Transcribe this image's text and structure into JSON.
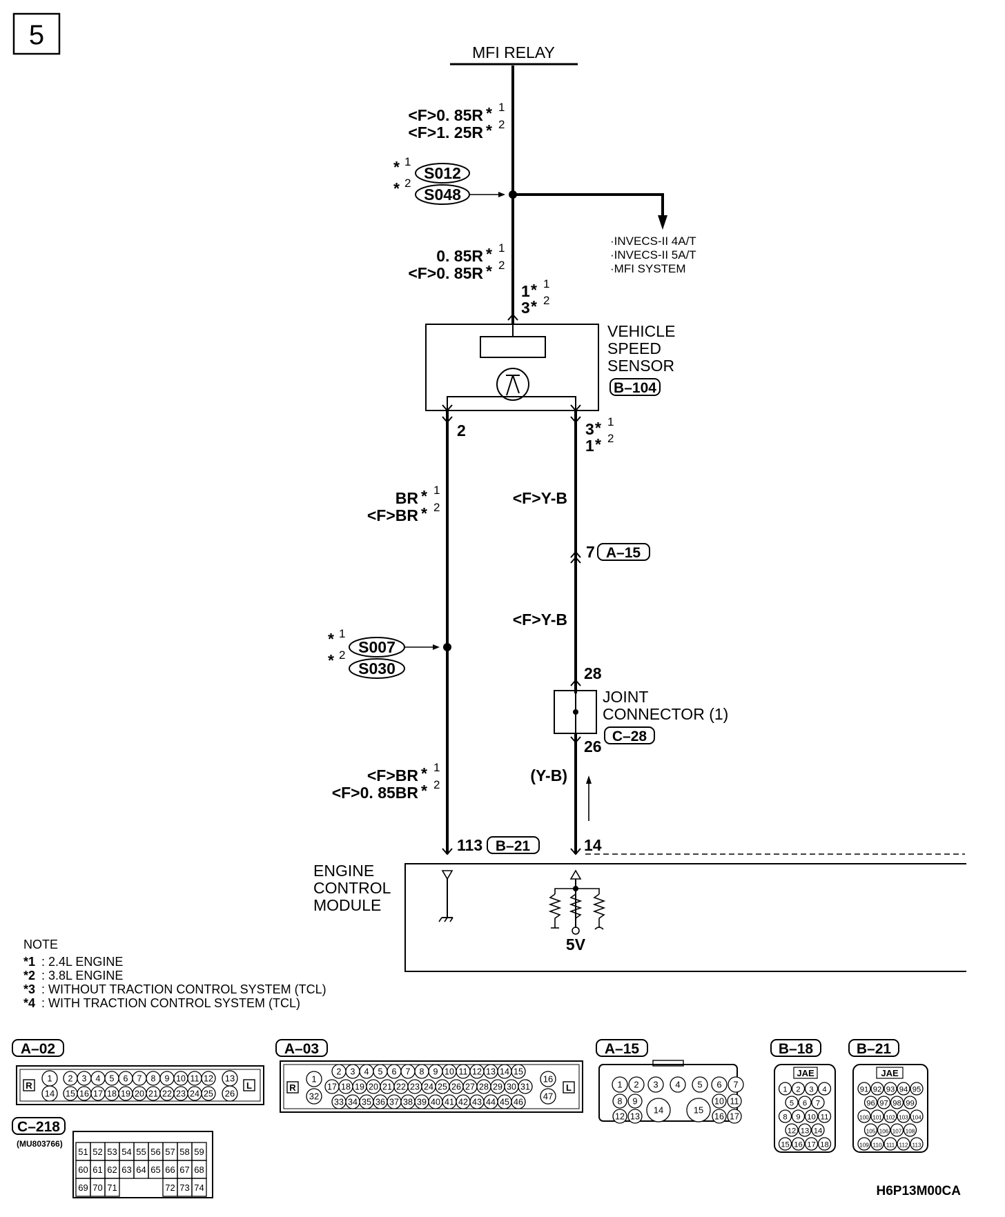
{
  "page": {
    "number": "5",
    "drawing_code": "H6P13M00CA"
  },
  "relay": {
    "label": "MFI RELAY"
  },
  "wires": {
    "relay_to_splice_1": "<F>0. 85R",
    "relay_to_splice_2": "<F>1. 25R",
    "splice_to_sensor_1": "0. 85R",
    "splice_to_sensor_2": "<F>0. 85R",
    "sensor_gnd_1": "BR",
    "sensor_gnd_2": "<F>BR",
    "sensor_out_upper": "<F>Y-B",
    "sensor_out_lower": "<F>Y-B",
    "ecm_gnd_1": "<F>BR",
    "ecm_gnd_2": "<F>0. 85BR",
    "ecm_sig": "(Y-B)"
  },
  "marks": {
    "m1": "*",
    "m2": "*",
    "n1": "1",
    "n2": "2"
  },
  "splices": {
    "s012": "S012",
    "s048": "S048",
    "s007": "S007",
    "s030": "S030"
  },
  "branch": {
    "line1": "·INVECS-II 4A/T",
    "line2": "·INVECS-II 5A/T",
    "line3": "·MFI SYSTEM"
  },
  "sensor": {
    "line1": "VEHICLE",
    "line2": "SPEED",
    "line3": "SENSOR",
    "connector": "B–104",
    "pin_top_1": "1",
    "pin_top_2": "3",
    "pin_left": "2",
    "pin_right_1": "3",
    "pin_right_2": "1"
  },
  "a15_pin": {
    "pin": "7",
    "connector": "A–15"
  },
  "joint": {
    "line1": "JOINT",
    "line2": "CONNECTOR (1)",
    "connector": "C–28",
    "pin_in": "28",
    "pin_out": "26"
  },
  "ecm": {
    "line1": "ENGINE",
    "line2": "CONTROL",
    "line3": "MODULE",
    "pin_gnd": "113",
    "pin_sig": "14",
    "connector": "B–21",
    "voltage": "5V"
  },
  "notes": {
    "title": "NOTE",
    "items": [
      {
        "mark": "*1",
        "text": " : 2.4L ENGINE"
      },
      {
        "mark": "*2",
        "text": " : 3.8L ENGINE"
      },
      {
        "mark": "*3",
        "text": " : WITHOUT TRACTION CONTROL SYSTEM (TCL)"
      },
      {
        "mark": "*4",
        "text": " : WITH TRACTION CONTROL SYSTEM (TCL)"
      }
    ]
  },
  "connectors": {
    "a02": {
      "name": "A–02",
      "left": "R",
      "right": "L",
      "row1": [
        "1",
        "2",
        "3",
        "4",
        "5",
        "6",
        "7",
        "8",
        "9",
        "10",
        "11",
        "12",
        "13"
      ],
      "row2": [
        "14",
        "15",
        "16",
        "17",
        "18",
        "19",
        "20",
        "21",
        "22",
        "23",
        "24",
        "25",
        "26"
      ]
    },
    "a03": {
      "name": "A–03",
      "left": "R",
      "right": "L",
      "row1": [
        "1",
        "2",
        "3",
        "4",
        "5",
        "6",
        "7",
        "8",
        "9",
        "10",
        "11",
        "12",
        "13",
        "14",
        "15",
        "16"
      ],
      "row2": [
        "32",
        "17",
        "18",
        "19",
        "20",
        "21",
        "22",
        "23",
        "24",
        "25",
        "26",
        "27",
        "28",
        "29",
        "30",
        "31",
        "47"
      ],
      "row3": [
        "33",
        "34",
        "35",
        "36",
        "37",
        "38",
        "39",
        "40",
        "41",
        "42",
        "43",
        "44",
        "45",
        "46"
      ]
    },
    "a15": {
      "name": "A–15",
      "row1": [
        "1",
        "2",
        "3",
        "4",
        "5",
        "6",
        "7"
      ],
      "row2": [
        "8",
        "9",
        "14",
        "15",
        "10",
        "11"
      ],
      "row3": [
        "12",
        "13",
        "16",
        "17"
      ]
    },
    "b18": {
      "name": "B–18",
      "tag": "JAE",
      "rows": [
        [
          "1",
          "2",
          "3",
          "4"
        ],
        [
          "5",
          "6",
          "7"
        ],
        [
          "8",
          "9",
          "10",
          "11"
        ],
        [
          "12",
          "13",
          "14"
        ],
        [
          "15",
          "16",
          "17",
          "18"
        ]
      ]
    },
    "b21": {
      "name": "B–21",
      "tag": "JAE",
      "rows": [
        [
          "91",
          "92",
          "93",
          "94",
          "95"
        ],
        [
          "96",
          "97",
          "98",
          "99"
        ],
        [
          "100",
          "101",
          "102",
          "103",
          "104"
        ],
        [
          "105",
          "106",
          "107",
          "108"
        ],
        [
          "109",
          "110",
          "111",
          "112",
          "113"
        ]
      ]
    },
    "c218": {
      "name": "C–218",
      "part": "(MU803766)",
      "row1": [
        "51",
        "52",
        "53",
        "54",
        "55",
        "56",
        "57",
        "58",
        "59"
      ],
      "row2": [
        "60",
        "61",
        "62",
        "63",
        "64",
        "65",
        "66",
        "67",
        "68"
      ],
      "row3": [
        "69",
        "70",
        "71",
        "",
        "",
        "",
        "72",
        "73",
        "74"
      ]
    }
  }
}
